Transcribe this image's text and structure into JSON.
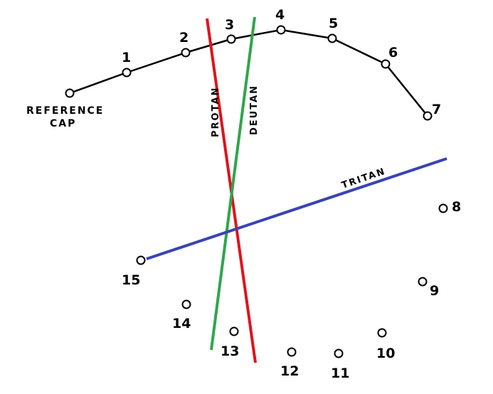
{
  "reference_cap": {
    "label_line1": "REFERENCE",
    "label_line2": "CAP"
  },
  "caps": [
    {
      "id": "1",
      "label": "1"
    },
    {
      "id": "2",
      "label": "2"
    },
    {
      "id": "3",
      "label": "3"
    },
    {
      "id": "4",
      "label": "4"
    },
    {
      "id": "5",
      "label": "5"
    },
    {
      "id": "6",
      "label": "6"
    },
    {
      "id": "7",
      "label": "7"
    },
    {
      "id": "8",
      "label": "8"
    },
    {
      "id": "9",
      "label": "9"
    },
    {
      "id": "10",
      "label": "10"
    },
    {
      "id": "11",
      "label": "11"
    },
    {
      "id": "12",
      "label": "12"
    },
    {
      "id": "13",
      "label": "13"
    },
    {
      "id": "14",
      "label": "14"
    },
    {
      "id": "15",
      "label": "15"
    }
  ],
  "connected_sequence": [
    "reference",
    "1",
    "2",
    "3",
    "4",
    "5",
    "6",
    "7"
  ],
  "confusion_axes": [
    {
      "name": "PROTAN",
      "label": "PROTAN",
      "color": "#e0131b"
    },
    {
      "name": "DEUTAN",
      "label": "DEUTAN",
      "color": "#2fa64a"
    },
    {
      "name": "TRITAN",
      "label": "TRITAN",
      "color": "#3a44b0"
    }
  ]
}
